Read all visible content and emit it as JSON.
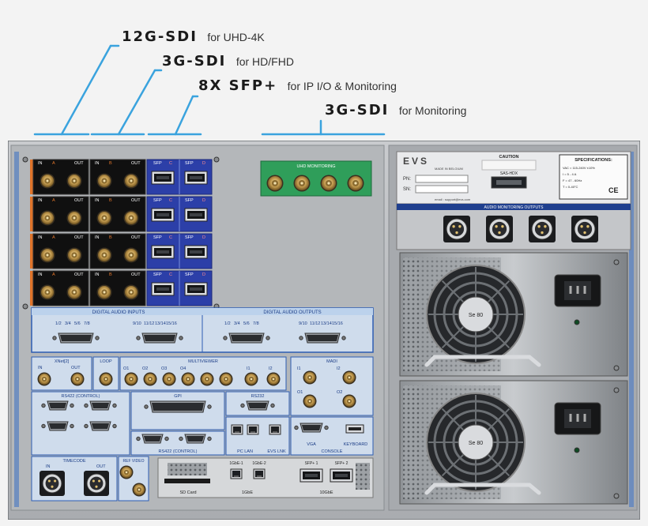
{
  "callouts": {
    "c1": {
      "big": "12G-SDI",
      "small": "for UHD-4K"
    },
    "c2": {
      "big": "3G-SDI",
      "small": "for HD/FHD"
    },
    "c3": {
      "big": "8X SFP+",
      "small": "for IP I/O & Monitoring"
    },
    "c4": {
      "big": "3G-SDI",
      "small": "for Monitoring"
    }
  },
  "panel": {
    "io_row_labels": [
      "IN",
      "A",
      "OUT",
      "IN",
      "B",
      "OUT",
      "SFP",
      "C",
      "SFP",
      "D"
    ],
    "uhd_monitoring": "UHD MONITORING",
    "digital_audio_inputs": "DIGITAL AUDIO INPUTS",
    "digital_audio_outputs": "DIGITAL AUDIO OUTPUTS",
    "dai_channels": [
      "1/2",
      "3/4",
      "5/6",
      "7/8",
      "9/10",
      "11/12",
      "13/14",
      "15/16"
    ],
    "xnet": "XNet[2]",
    "xnet_in": "IN",
    "xnet_out": "OUT",
    "loop": "LOOP",
    "multiviewer": "MULTIVIEWER",
    "mv_ports": [
      "O1",
      "O2",
      "O3",
      "O4",
      "I1",
      "I2"
    ],
    "madi": "MADI",
    "madi_ports": [
      "I1",
      "I2",
      "O1",
      "O2"
    ],
    "rs422_control": "RS422 (CONTROL)",
    "gpi": "GPI",
    "rs232": "RS232",
    "pc_lan": "PC LAN",
    "evs_lnk": "EVS LNK",
    "vga": "VGA",
    "keyboard": "KEYBOARD",
    "console": "CONSOLE",
    "timecode": "TIMECODE",
    "tc_in": "IN",
    "tc_out": "OUT",
    "ref_video": "REF VIDEO",
    "sd_card": "SD Card",
    "gbe1": "1GbE-1",
    "gbe2": "1GbE-2",
    "sfp1": "SFP+ 1",
    "sfp2": "SFP+ 2",
    "gbe_label": "1GbE",
    "tengbe_label": "10GbE"
  },
  "info_plate": {
    "brand": "EVS",
    "made_in": "MADE IN BELGIUM",
    "pn": "PN:",
    "sn": "SN:",
    "caution_title": "CAUTION",
    "model": "SAS-HDX",
    "spec_title": "SPECIFICATIONS:",
    "specs": [
      "VAC = 115-240V ±10%",
      "I = 5 - 4 A",
      "F = 47 - 60Hz",
      "T = 0-40°C"
    ],
    "email": "email : support@evs.com",
    "audio_monitoring_outputs": "AUDIO MONITORING OUTPUTS"
  },
  "psu": {
    "count": 2,
    "label": "Se 80"
  },
  "colors": {
    "chassis": "#b9bcbf",
    "io_blue": "#2c3fa8",
    "io_black": "#101010",
    "orange_strip": "#e0742a",
    "lightblue_panel": "#bcd2ec",
    "border_blue": "#2d5db3",
    "green_board": "#2f9e5a",
    "callout_line": "#3aa3de",
    "bnc_gold": "#c29a4e"
  }
}
